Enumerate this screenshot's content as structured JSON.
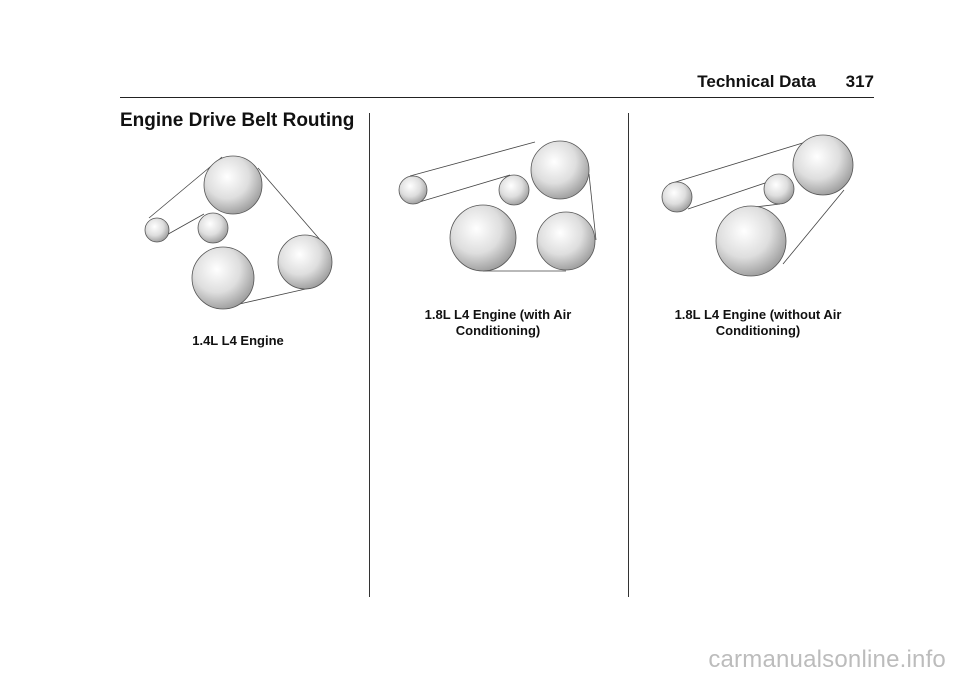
{
  "header": {
    "title": "Technical Data",
    "page_number": "317"
  },
  "section": {
    "heading": "Engine Drive Belt Routing"
  },
  "diagrams": [
    {
      "caption": "1.4L L4 Engine"
    },
    {
      "caption_line1": "1.8L L4 Engine (with Air",
      "caption_line2": "Conditioning)"
    },
    {
      "caption_line1": "1.8L L4 Engine (without Air",
      "caption_line2": "Conditioning)"
    }
  ],
  "footer": {
    "watermark": "carmanualsonline.info"
  },
  "colors": {
    "pulley_highlight": "#ffffff",
    "pulley_shadow": "#9a9a9a",
    "pulley_outline": "#555555",
    "belt": "#444444",
    "watermark": "#bcbcbc"
  }
}
